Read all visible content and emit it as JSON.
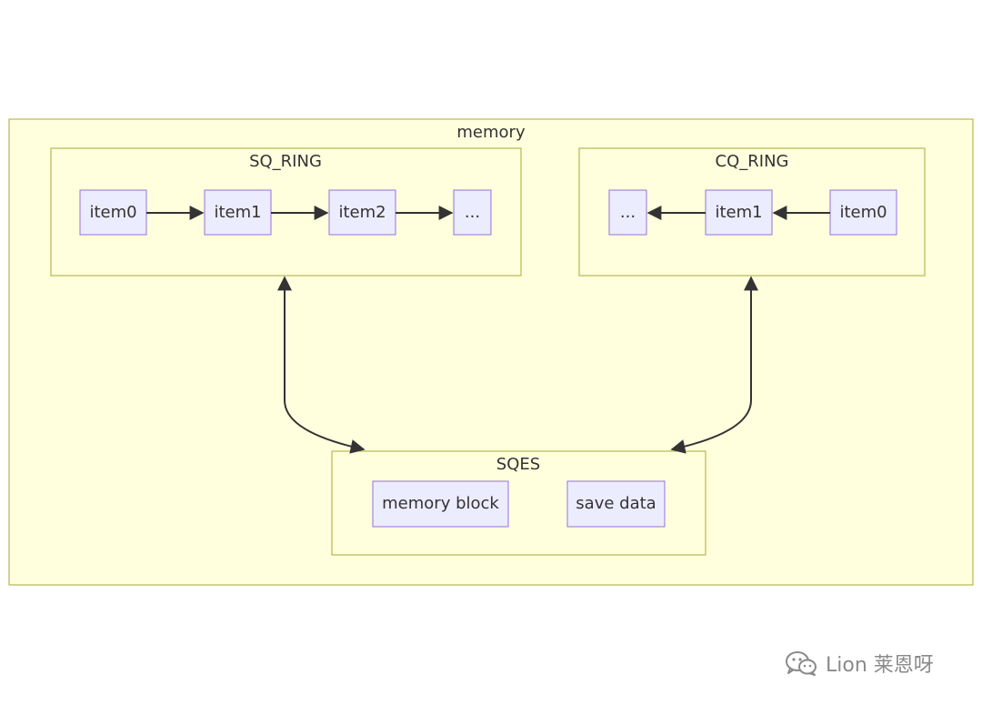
{
  "diagram": {
    "memory": {
      "label": "memory"
    },
    "sq_ring": {
      "label": "SQ_RING",
      "items": [
        "item0",
        "item1",
        "item2",
        "..."
      ]
    },
    "cq_ring": {
      "label": "CQ_RING",
      "items": [
        "...",
        "item1",
        "item0"
      ]
    },
    "sqes": {
      "label": "SQES",
      "items": [
        "memory block",
        "save data"
      ]
    }
  },
  "colors": {
    "cluster_fill": "#ffffde",
    "cluster_stroke": "#aaaa33",
    "node_fill": "#ececff",
    "node_stroke": "#9370db",
    "edge": "#333333"
  },
  "watermark": {
    "text": "Lion 莱恩呀",
    "icon": "wechat-icon"
  }
}
